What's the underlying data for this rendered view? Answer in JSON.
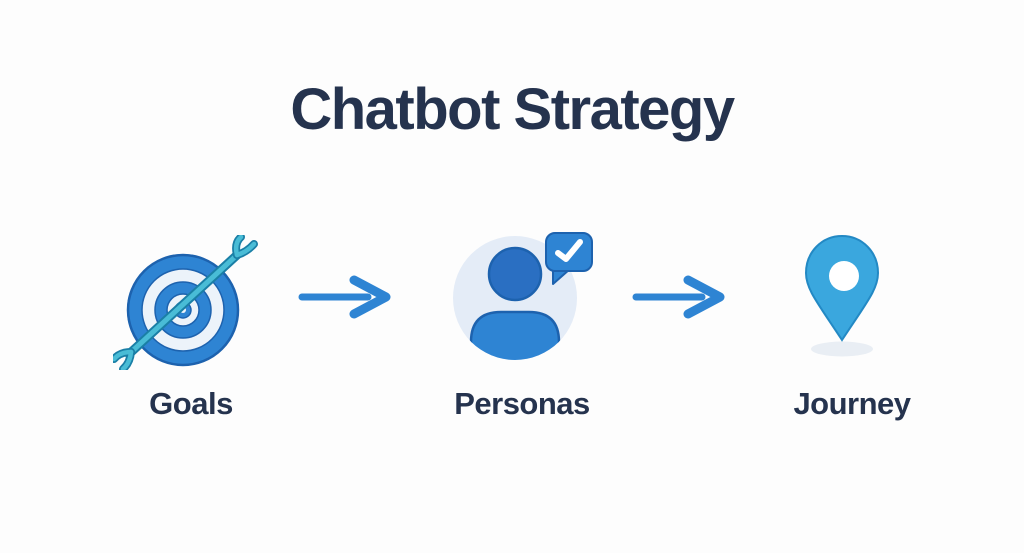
{
  "page": {
    "background_color": "#fdfdfd"
  },
  "header": {
    "title": "Chatbot Strategy"
  },
  "flow": {
    "steps": [
      {
        "id": "goals",
        "label": "Goals",
        "icon": "target-dart-icon"
      },
      {
        "id": "personas",
        "label": "Personas",
        "icon": "person-check-icon"
      },
      {
        "id": "journey",
        "label": "Journey",
        "icon": "location-pin-icon"
      }
    ],
    "connectors": [
      {
        "icon": "arrow-right-icon"
      },
      {
        "icon": "arrow-right-icon"
      }
    ]
  },
  "colors": {
    "text_dark": "#25334e",
    "primary_blue": "#2e84d3",
    "dark_blue_outline": "#1d62ae",
    "head_blue": "#2a6fc2",
    "light_icon_fill": "#ecf3fa",
    "persona_circle": "#e4ecf7",
    "pin_blue": "#3aa7de",
    "pin_outline": "#2389c4",
    "teal": "#49bcd6",
    "teal_outline": "#1a7fa6",
    "shadow_gray": "#e9eef4",
    "check_white": "#ffffff"
  }
}
